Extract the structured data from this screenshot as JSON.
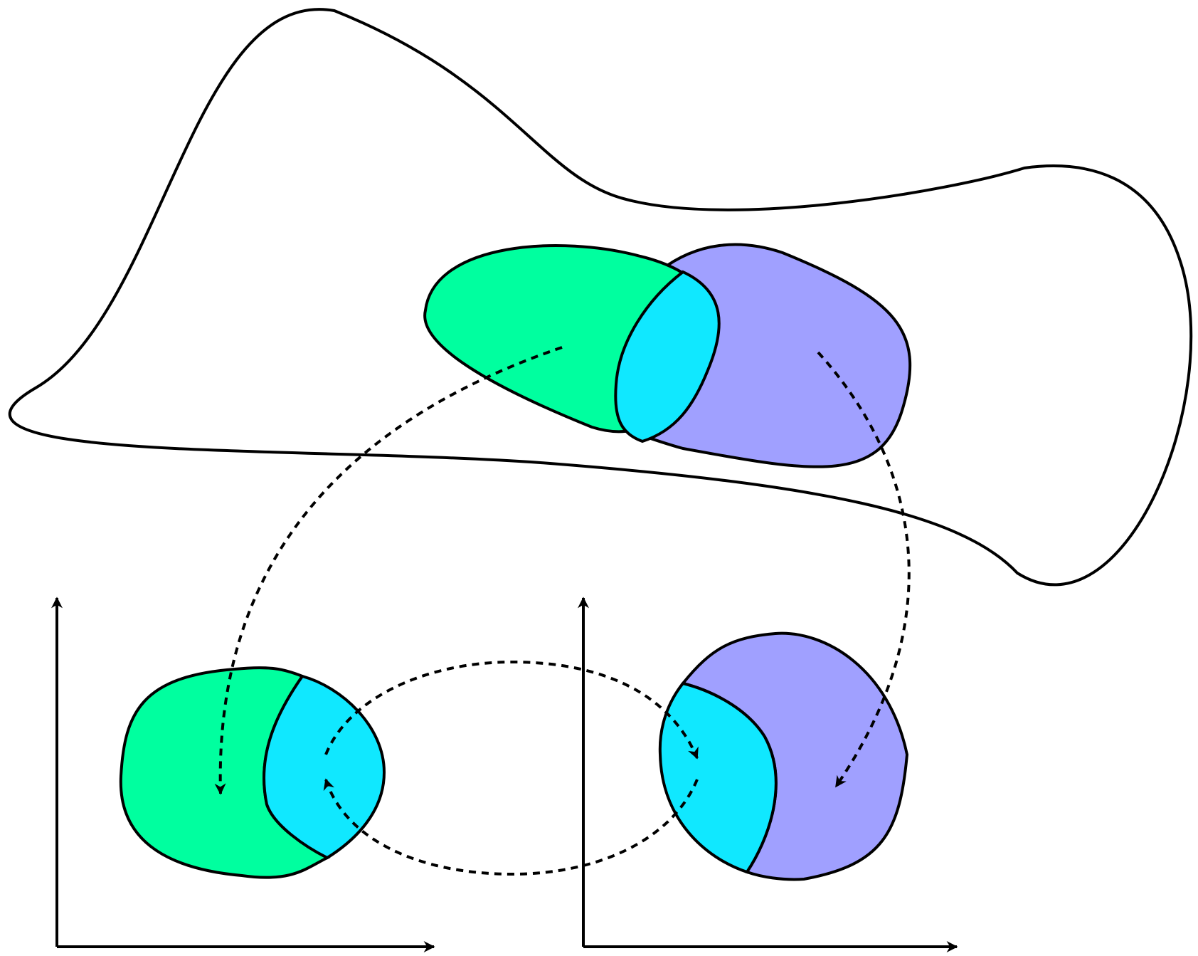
{
  "diagram": {
    "kind": "manifold-charts-transition-map",
    "colors": {
      "outline": "#000000",
      "background": "#ffffff",
      "chart_a": "#00ff9f",
      "overlap": "#10e8ff",
      "chart_b": "#a0a0ff"
    },
    "regions": [
      "manifold",
      "chart-a-region",
      "chart-b-region",
      "overlap-region"
    ],
    "charts": [
      "left-chart",
      "right-chart"
    ],
    "mappings": [
      "chart-a-map",
      "chart-b-map",
      "transition-map-forward",
      "transition-map-backward"
    ]
  }
}
